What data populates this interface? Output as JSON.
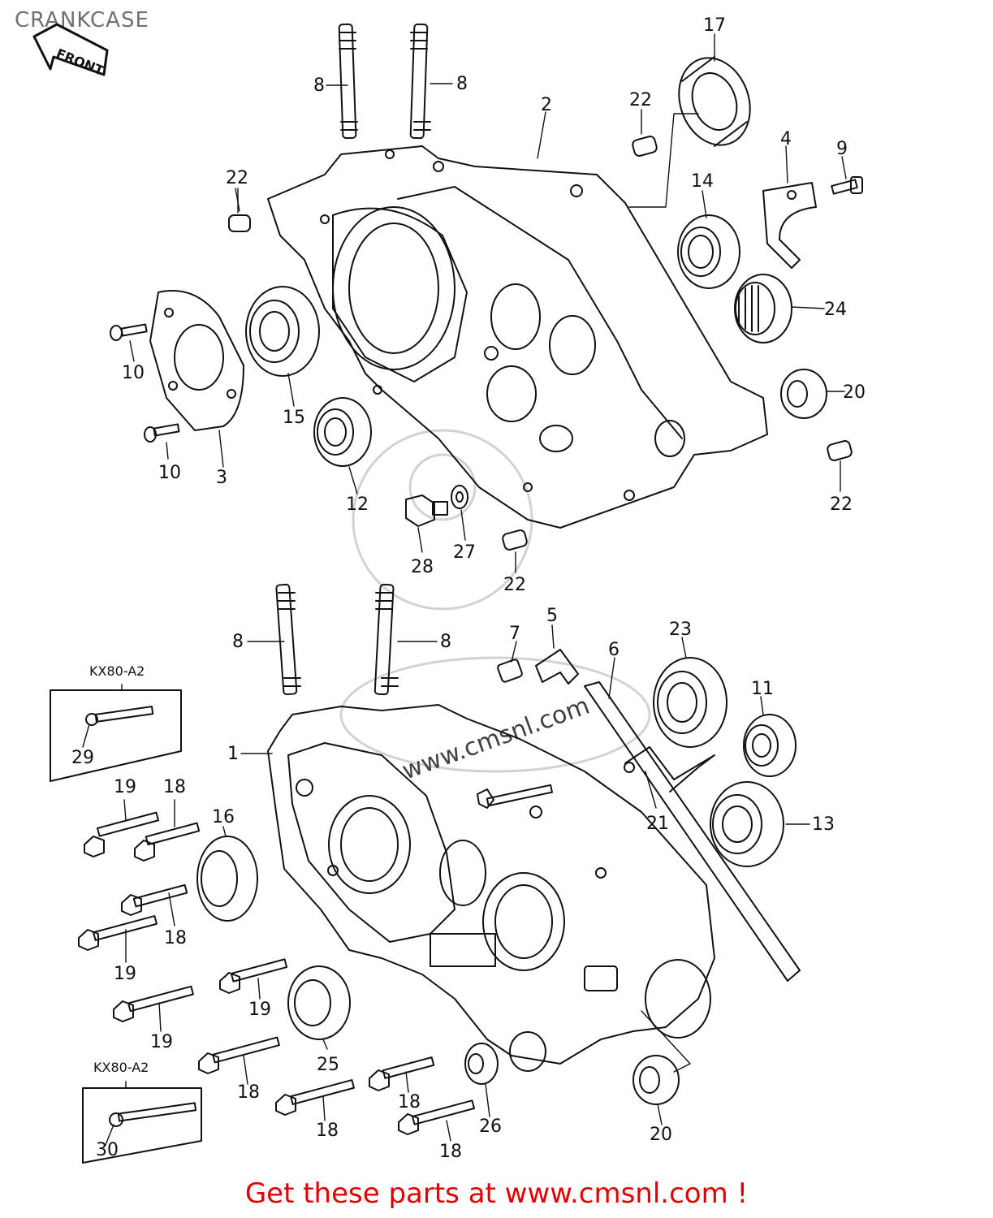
{
  "page": {
    "title": "CRANKCASE",
    "front_label": "FRONT",
    "variant_a": "KX80-A2",
    "variant_b": "KX80-A2",
    "footer_link": "Get these parts at www.cmsnl.com !",
    "watermark": "www.cmsnl.com"
  },
  "callouts": [
    {
      "id": "c1",
      "label": "8"
    },
    {
      "id": "c2",
      "label": "8"
    },
    {
      "id": "c3",
      "label": "17"
    },
    {
      "id": "c4",
      "label": "2"
    },
    {
      "id": "c5",
      "label": "22"
    },
    {
      "id": "c6",
      "label": "4"
    },
    {
      "id": "c7",
      "label": "9"
    },
    {
      "id": "c8",
      "label": "22"
    },
    {
      "id": "c9",
      "label": "14"
    },
    {
      "id": "c10",
      "label": "24"
    },
    {
      "id": "c11",
      "label": "10"
    },
    {
      "id": "c12",
      "label": "15"
    },
    {
      "id": "c13",
      "label": "20"
    },
    {
      "id": "c14",
      "label": "10"
    },
    {
      "id": "c15",
      "label": "3"
    },
    {
      "id": "c16",
      "label": "12"
    },
    {
      "id": "c17",
      "label": "22"
    },
    {
      "id": "c18",
      "label": "28"
    },
    {
      "id": "c19",
      "label": "27"
    },
    {
      "id": "c20",
      "label": "22"
    },
    {
      "id": "c21",
      "label": "5"
    },
    {
      "id": "c22",
      "label": "7"
    },
    {
      "id": "c23",
      "label": "23"
    },
    {
      "id": "c24",
      "label": "8"
    },
    {
      "id": "c25",
      "label": "8"
    },
    {
      "id": "c26",
      "label": "6"
    },
    {
      "id": "c27",
      "label": "11"
    },
    {
      "id": "c28",
      "label": "29"
    },
    {
      "id": "c29",
      "label": "1"
    },
    {
      "id": "c30",
      "label": "19"
    },
    {
      "id": "c31",
      "label": "18"
    },
    {
      "id": "c32",
      "label": "16"
    },
    {
      "id": "c33",
      "label": "21"
    },
    {
      "id": "c34",
      "label": "13"
    },
    {
      "id": "c35",
      "label": "18"
    },
    {
      "id": "c36",
      "label": "19"
    },
    {
      "id": "c37",
      "label": "19"
    },
    {
      "id": "c38",
      "label": "19"
    },
    {
      "id": "c39",
      "label": "25"
    },
    {
      "id": "c40",
      "label": "18"
    },
    {
      "id": "c41",
      "label": "18"
    },
    {
      "id": "c42",
      "label": "26"
    },
    {
      "id": "c43",
      "label": "20"
    },
    {
      "id": "c44",
      "label": "18"
    },
    {
      "id": "c45",
      "label": "18"
    },
    {
      "id": "c46",
      "label": "30"
    }
  ]
}
